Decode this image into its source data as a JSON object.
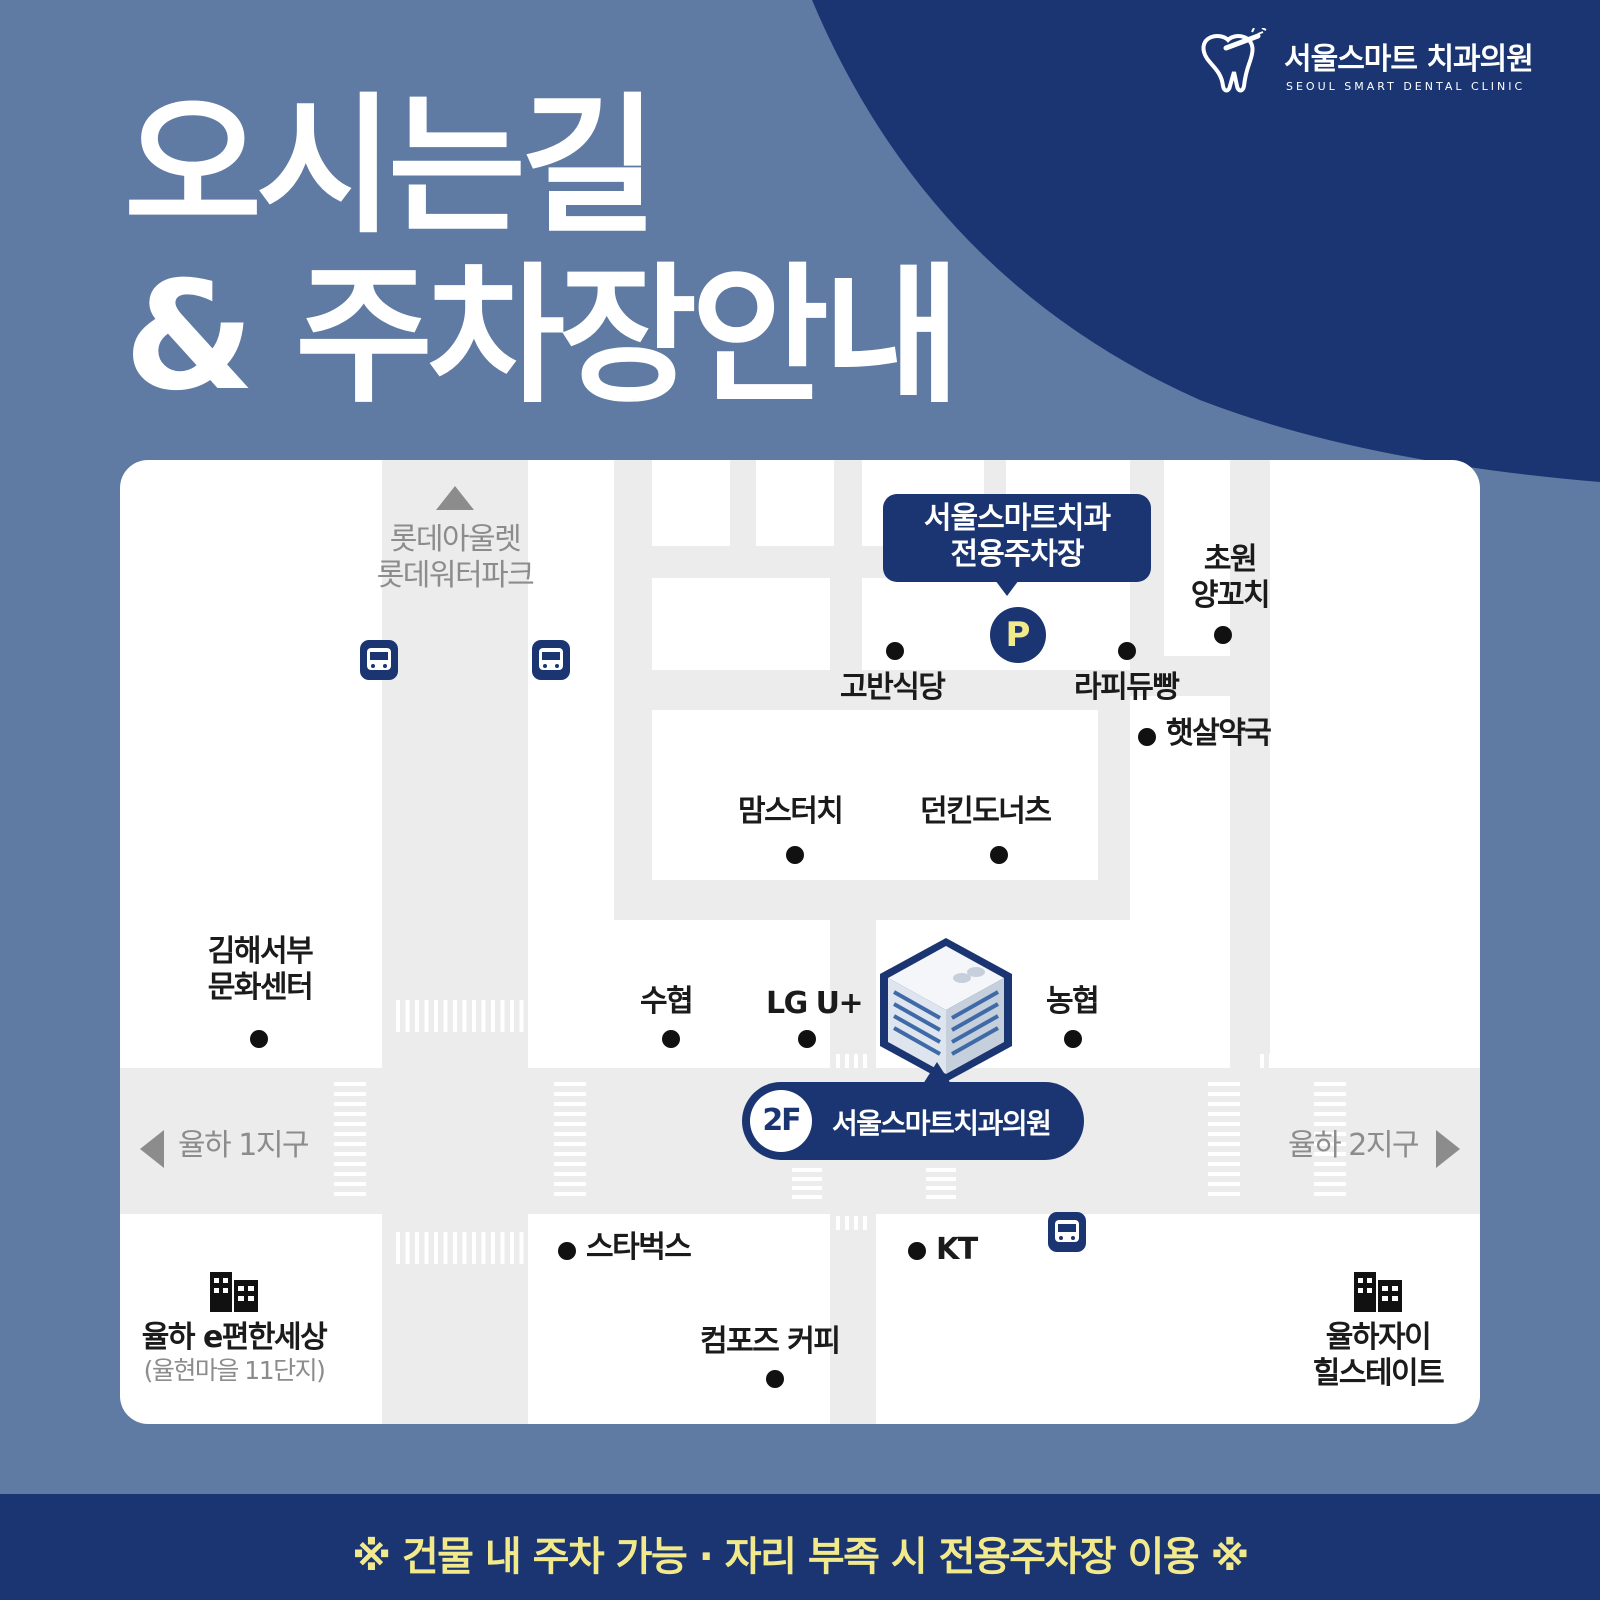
{
  "colors": {
    "background": "#5f7aa3",
    "navy": "#1a3572",
    "accent_yellow": "#f2e98b",
    "road": "#ececec"
  },
  "logo": {
    "name": "서울스마트 치과의원",
    "subtitle": "SEOUL SMART DENTAL CLINIC",
    "icon": "tooth-icon"
  },
  "title": {
    "line1": "오시는길",
    "line2": "& 주차장안내"
  },
  "map": {
    "parking": {
      "label_line1": "서울스마트치과",
      "label_line2": "전용주차장",
      "symbol": "P"
    },
    "clinic": {
      "floor": "2F",
      "name": "서울스마트치과의원"
    },
    "directions": {
      "north": {
        "line1": "롯데아울렛",
        "line2": "롯데워터파크"
      },
      "west": "율하 1지구",
      "east": "율하 2지구"
    },
    "places": {
      "goban": "고반식당",
      "lapidu": "라피듀빵",
      "chowon_1": "초원",
      "chowon_2": "양꼬치",
      "haetsal": "햇살약국",
      "momstouch": "맘스터치",
      "dunkin": "던킨도너츠",
      "gimhae_1": "김해서부",
      "gimhae_2": "문화센터",
      "suhyup": "수협",
      "lgu": "LG U+",
      "nonghyup": "농협",
      "starbucks": "스타벅스",
      "kt": "KT",
      "compose": "컴포즈 커피",
      "apt_left_1": "율하 e편한세상",
      "apt_left_2": "(율현마을 11단지)",
      "apt_right_1": "율하자이",
      "apt_right_2": "힐스테이트"
    }
  },
  "footer": {
    "text": "※ 건물 내 주차 가능 · 자리 부족 시 전용주차장 이용 ※"
  }
}
